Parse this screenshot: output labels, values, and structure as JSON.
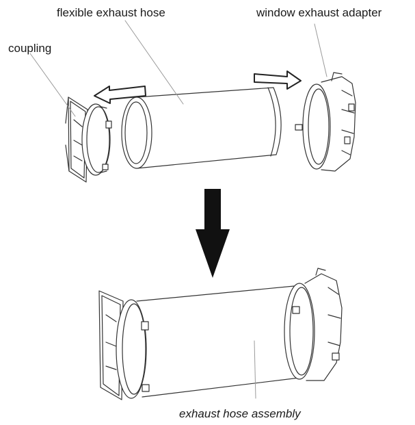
{
  "labels": {
    "hose": "flexible exhaust hose",
    "adapter": "window exhaust adapter",
    "coupling": "coupling",
    "assembly": "exhaust hose assembly"
  },
  "colors": {
    "line": "#333333",
    "leader": "#9a9a9a",
    "fill": "#ffffff",
    "arrow": "#111111"
  }
}
